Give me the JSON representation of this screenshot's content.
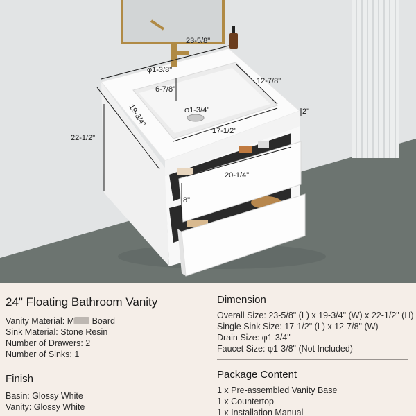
{
  "dimensions_on_image": {
    "top_width": "23-5/8\"",
    "faucet_hole": "φ1-3/8\"",
    "basin_length": "12-7/8\"",
    "faucet_offset": "6-7/8\"",
    "drain": "φ1-3/4\"",
    "basin_depth": "2\"",
    "depth": "19-3/4\"",
    "height": "22-1/2\"",
    "basin_width": "17-1/2\"",
    "drawer_width": "20-1/4\"",
    "drawer_height": "8\""
  },
  "left_panel": {
    "title": "24\" Floating Bathroom Vanity",
    "vanity_material_prefix": "Vanity Material: M",
    "vanity_material_suffix": " Board",
    "sink_material": "Sink Material: Stone Resin",
    "drawers": "Number of Drawers: 2",
    "sinks": "Number of Sinks: 1",
    "finish_title": "Finish",
    "basin_finish": "Basin: Glossy White",
    "vanity_finish": "Vanity: Glossy White"
  },
  "right_panel": {
    "dimension_title": "Dimension",
    "overall_size": "Overall Size: 23-5/8\" (L) x 19-3/4\" (W) x 22-1/2\" (H)",
    "single_sink_size": "Single Sink Size: 17-1/2\" (L) x 12-7/8\" (W)",
    "drain_size": "Drain Size: φ1-3/4\"",
    "faucet_size": "Faucet Size: φ1-3/8\" (Not Included)",
    "package_title": "Package Content",
    "package_items": [
      "1 x Pre-assembled Vanity Base",
      "1 x Countertop",
      "1 x Installation Manual"
    ]
  },
  "colors": {
    "background": "#f5eee8",
    "wall": "#e3e5e6",
    "floor": "#6f7672",
    "cabinet": "#fafafa"
  }
}
